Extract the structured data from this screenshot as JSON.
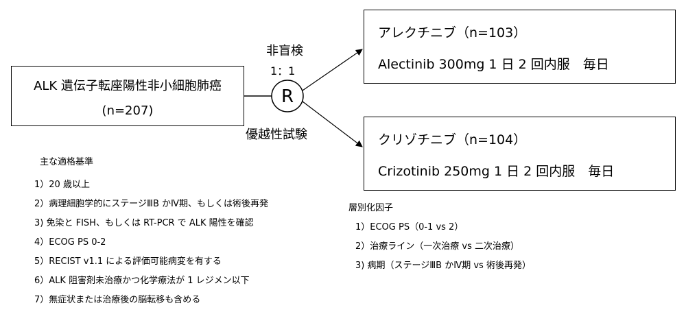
{
  "population": {
    "title": "ALK 遺伝子転座陽性非小細胞肺癌",
    "n": "(n=207)"
  },
  "randomization": {
    "design": "非盲検",
    "ratio": "1：1",
    "symbol": "R",
    "trial_type": "優越性試験"
  },
  "arms": [
    {
      "name": "アレクチニブ（n=103）",
      "dose": "Alectinib 300mg 1 日 2 回内服　毎日"
    },
    {
      "name": "クリゾチニブ（n=104）",
      "dose": "Crizotinib 250mg 1 日 2 回内服　毎日"
    }
  ],
  "eligibility": {
    "title": "主な適格基準",
    "items": [
      "1）20 歳以上",
      "2）病理細胞学的にステージⅢB かⅣ期、もしくは術後再発",
      "3) 免染と FISH、もしくは RT-PCR で ALK 陽性を確認",
      "4）ECOG PS 0-2",
      "5）RECIST v1.1 による評価可能病変を有する",
      "6）ALK 阻害剤未治療かつ化学療法が 1 レジメン以下",
      "7）無症状または治療後の脳転移も含める"
    ]
  },
  "stratification": {
    "title": "層別化因子",
    "items": [
      "1）ECOG PS（0-1 vs 2）",
      "2）治療ライン（一次治療 vs 二次治療）",
      "3) 病期（ステージⅢB かⅣ期 vs 術後再発）"
    ]
  }
}
